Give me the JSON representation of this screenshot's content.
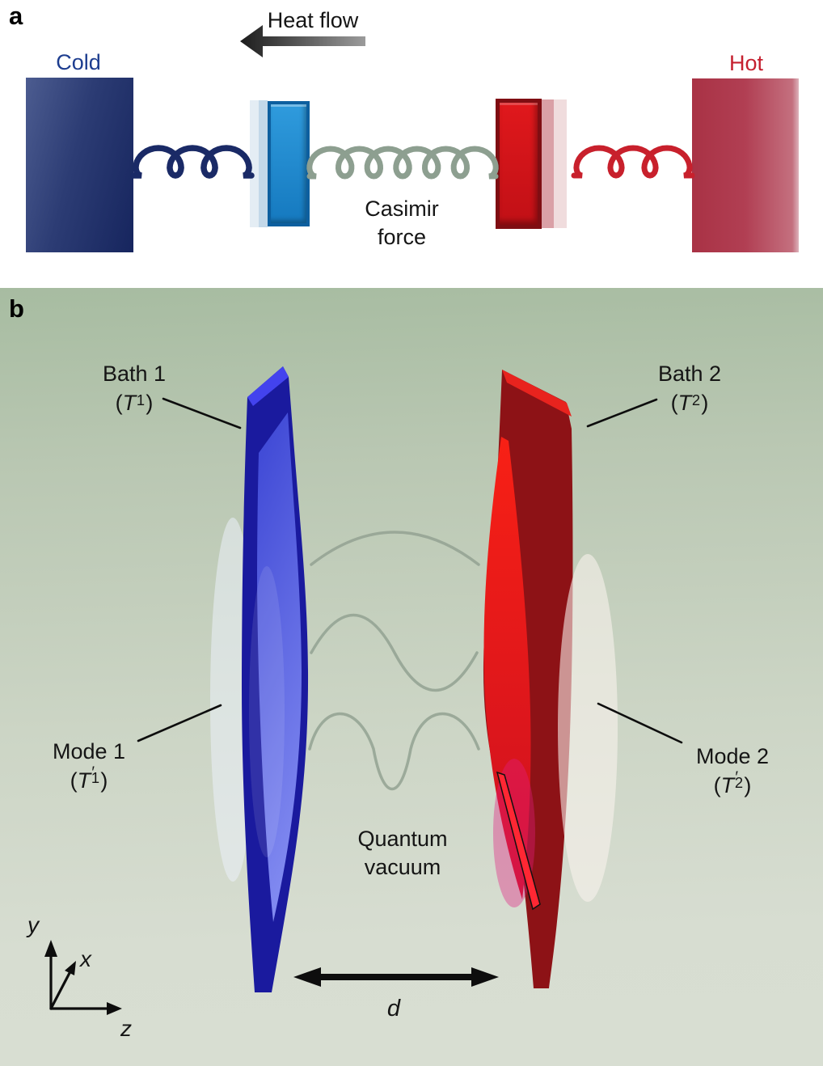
{
  "panel_a": {
    "panel_label": "a",
    "heat_flow_label": "Heat flow",
    "cold_label": "Cold",
    "hot_label": "Hot",
    "casimir_force_line1": "Casimir",
    "casimir_force_line2": "force"
  },
  "panel_b": {
    "panel_label": "b",
    "bath1": {
      "name": "Bath 1",
      "open": "(",
      "symbol": "T",
      "prime": "",
      "sub": "1",
      "close": ")"
    },
    "bath2": {
      "name": "Bath 2",
      "open": "(",
      "symbol": "T",
      "prime": "",
      "sub": "2",
      "close": ")"
    },
    "mode1": {
      "name": "Mode 1",
      "open": "(",
      "symbol": "T",
      "prime": "′",
      "sub": "1",
      "close": ")"
    },
    "mode2": {
      "name": "Mode 2",
      "open": "(",
      "symbol": "T",
      "prime": "′",
      "sub": "2",
      "close": ")"
    },
    "quantum_vacuum_line1": "Quantum",
    "quantum_vacuum_line2": "vacuum",
    "distance_label": "d",
    "axis_x": "x",
    "axis_y": "y",
    "axis_z": "z"
  },
  "colors": {
    "cold_text": "#1d3d8f",
    "hot_text": "#c5202f",
    "cold_block_dark": "#16255e",
    "hot_block": "#ac3347",
    "membrane_blue": "#1a85cf",
    "membrane_red": "#ce1318",
    "spring_blue": "#1a2a66",
    "spring_gray": "#8d9f90",
    "spring_red": "#c8202c",
    "plate_blue": "#1a1a9e",
    "plate_red": "#8d1216",
    "wave_gray": "#96a595",
    "background_green_top": "#a7bca1",
    "background_green_bottom": "#d8ded2"
  }
}
